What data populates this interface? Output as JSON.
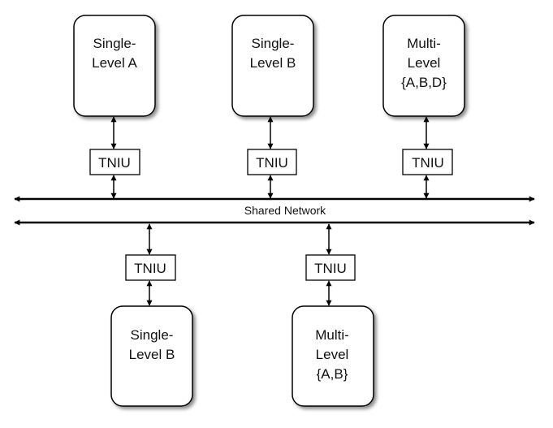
{
  "nodes": [
    {
      "id": "single-level-a-top",
      "lines": [
        "Single-",
        "Level A"
      ]
    },
    {
      "id": "single-level-b-top",
      "lines": [
        "Single-",
        "Level B"
      ]
    },
    {
      "id": "multi-level-abd-top",
      "lines": [
        "Multi-",
        "Level",
        "{A,B,D}"
      ]
    },
    {
      "id": "single-level-b-bottom",
      "lines": [
        "Single-",
        "Level B"
      ]
    },
    {
      "id": "multi-level-ab-bottom",
      "lines": [
        "Multi-",
        "Level",
        "{A,B}"
      ]
    }
  ],
  "tniu_label": "TNIU",
  "network_label": "Shared Network"
}
